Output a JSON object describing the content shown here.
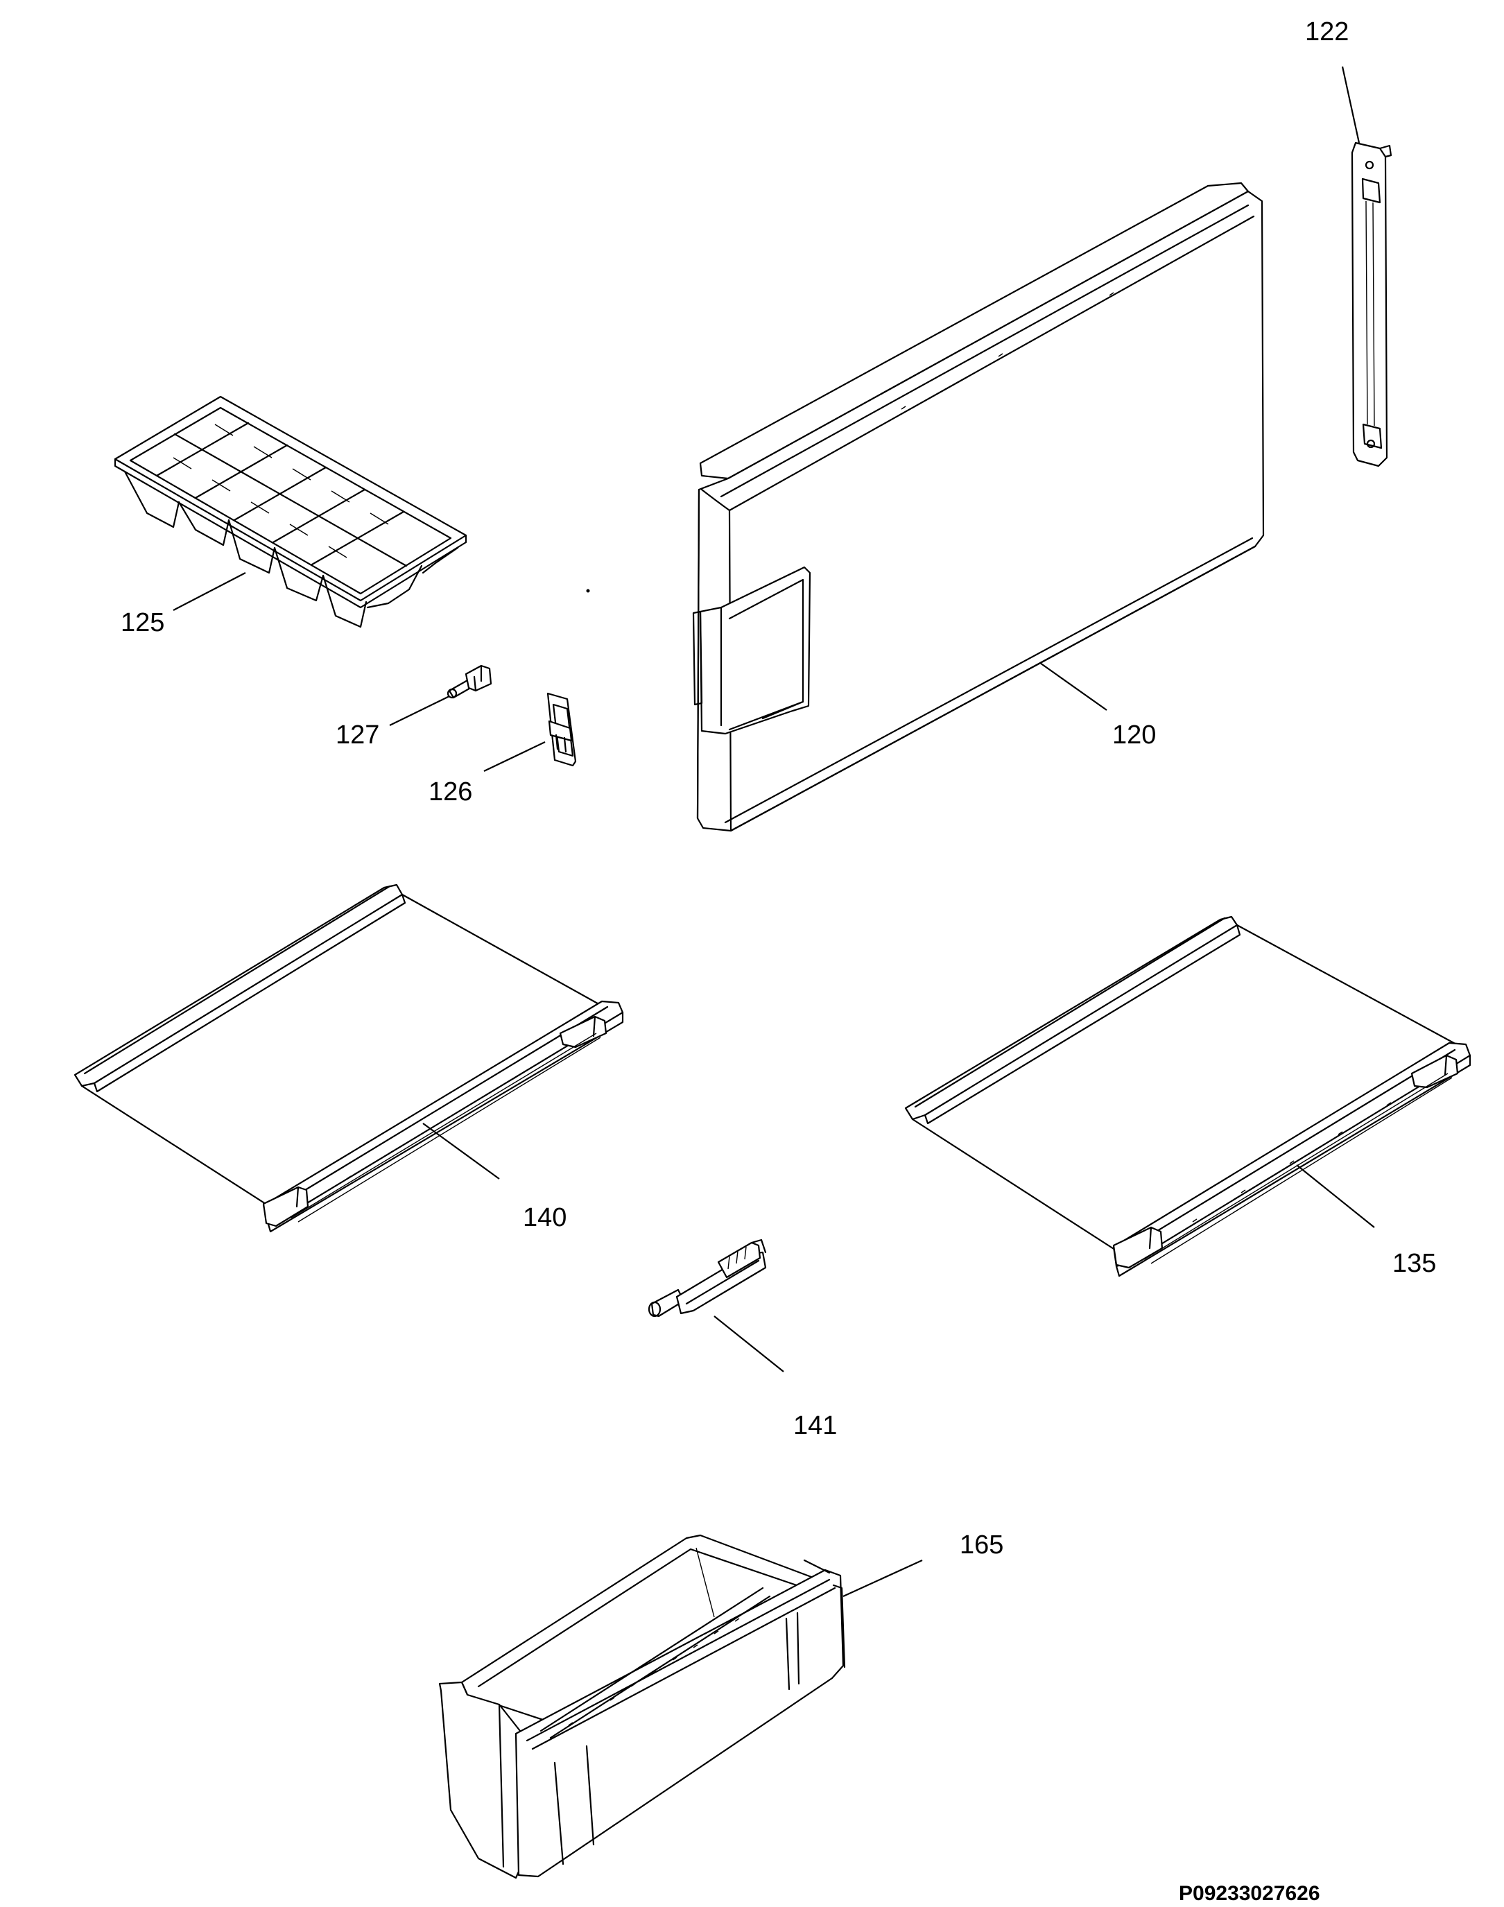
{
  "callouts": {
    "p122": "122",
    "p125": "125",
    "p127": "127",
    "p126": "126",
    "p120": "120",
    "p140": "140",
    "p135": "135",
    "p141": "141",
    "p165": "165"
  },
  "document_number": "P09233027626",
  "colors": {
    "line": "#000000",
    "background": "#ffffff"
  }
}
